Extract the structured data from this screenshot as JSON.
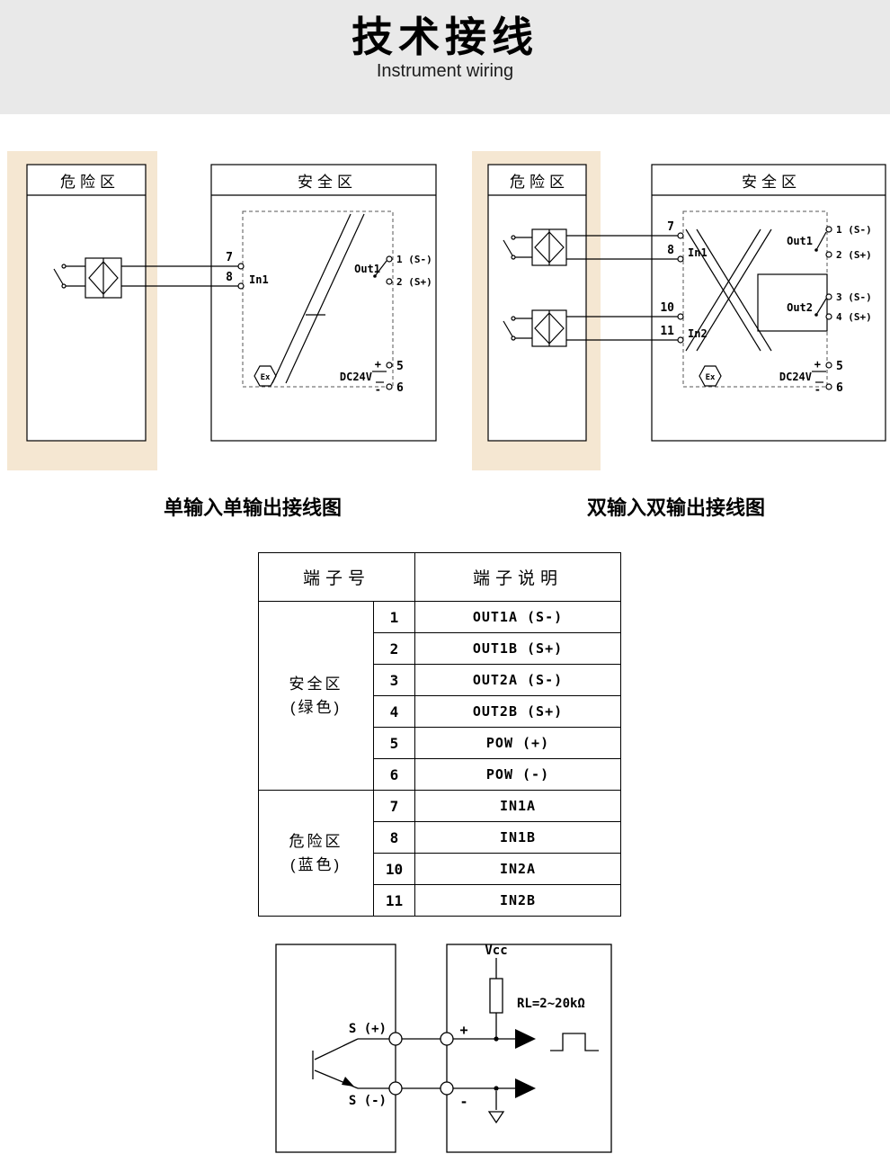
{
  "header": {
    "title": "技术接线",
    "subtitle": "Instrument wiring"
  },
  "diagram_left": {
    "caption": "单输入单输出接线图",
    "hazard_zone": "危险区",
    "safe_zone": "安全区",
    "term7": "7",
    "term8": "8",
    "in1_label": "In1",
    "out1_label": "Out1",
    "out1_neg": "1 (S-)",
    "out1_pos": "2 (S+)",
    "power_label": "DC24V",
    "plus": "+",
    "minus": "-",
    "term5": "5",
    "term6": "6",
    "ex_mark": "Ex"
  },
  "diagram_right": {
    "caption": "双输入双输出接线图",
    "hazard_zone": "危险区",
    "safe_zone": "安全区",
    "term7": "7",
    "term8": "8",
    "in1_label": "In1",
    "term10": "10",
    "term11": "11",
    "in2_label": "In2",
    "out1_label": "Out1",
    "out1_neg": "1 (S-)",
    "out1_pos": "2 (S+)",
    "out2_label": "Out2",
    "out2_neg": "3 (S-)",
    "out2_pos": "4 (S+)",
    "power_label": "DC24V",
    "plus": "+",
    "minus": "-",
    "term5": "5",
    "term6": "6",
    "ex_mark": "Ex"
  },
  "terminal_table": {
    "header_no": "端子号",
    "header_desc": "端子说明",
    "groups": [
      {
        "zone_line1": "安全区",
        "zone_line2": "(绿色)",
        "rows": [
          {
            "no": "1",
            "desc": "OUT1A (S-)"
          },
          {
            "no": "2",
            "desc": "OUT1B (S+)"
          },
          {
            "no": "3",
            "desc": "OUT2A (S-)"
          },
          {
            "no": "4",
            "desc": "OUT2B (S+)"
          },
          {
            "no": "5",
            "desc": "POW (+)"
          },
          {
            "no": "6",
            "desc": "POW (-)"
          }
        ]
      },
      {
        "zone_line1": "危险区",
        "zone_line2": "(蓝色)",
        "rows": [
          {
            "no": "7",
            "desc": "IN1A"
          },
          {
            "no": "8",
            "desc": "IN1B"
          },
          {
            "no": "10",
            "desc": "IN2A"
          },
          {
            "no": "11",
            "desc": "IN2B"
          }
        ]
      }
    ]
  },
  "output_circuit": {
    "s_plus": "S (+)",
    "s_minus": "S (-)",
    "vcc": "Vcc",
    "load": "RL=2~20kΩ",
    "plus": "+",
    "minus": "-"
  },
  "colors": {
    "hazard_highlight": "#f5e7d2",
    "header_band": "#e9e9e9"
  }
}
